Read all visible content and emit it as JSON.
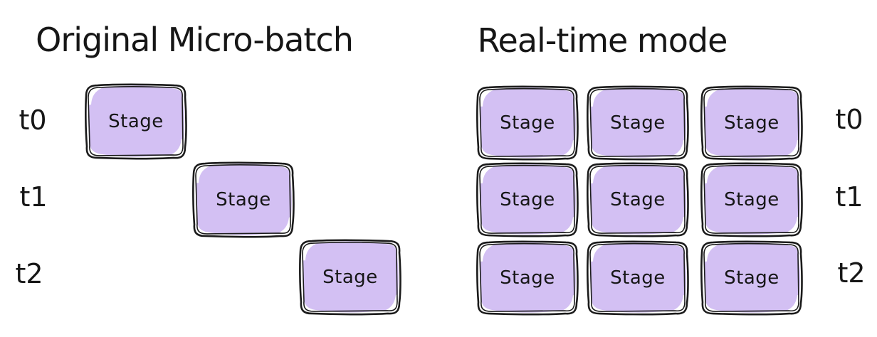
{
  "left": {
    "title": "Original Micro-batch",
    "row_labels": [
      "t0",
      "t1",
      "t2"
    ],
    "boxes": [
      {
        "label": "Stage"
      },
      {
        "label": "Stage"
      },
      {
        "label": "Stage"
      }
    ]
  },
  "right": {
    "title": "Real-time mode",
    "row_labels": [
      "t0",
      "t1",
      "t2"
    ],
    "grid": [
      [
        "Stage",
        "Stage",
        "Stage"
      ],
      [
        "Stage",
        "Stage",
        "Stage"
      ],
      [
        "Stage",
        "Stage",
        "Stage"
      ]
    ]
  },
  "colors": {
    "box_fill": "#d3c0f3",
    "box_border": "#1b1b1b",
    "text": "#161616",
    "background": "#ffffff"
  }
}
